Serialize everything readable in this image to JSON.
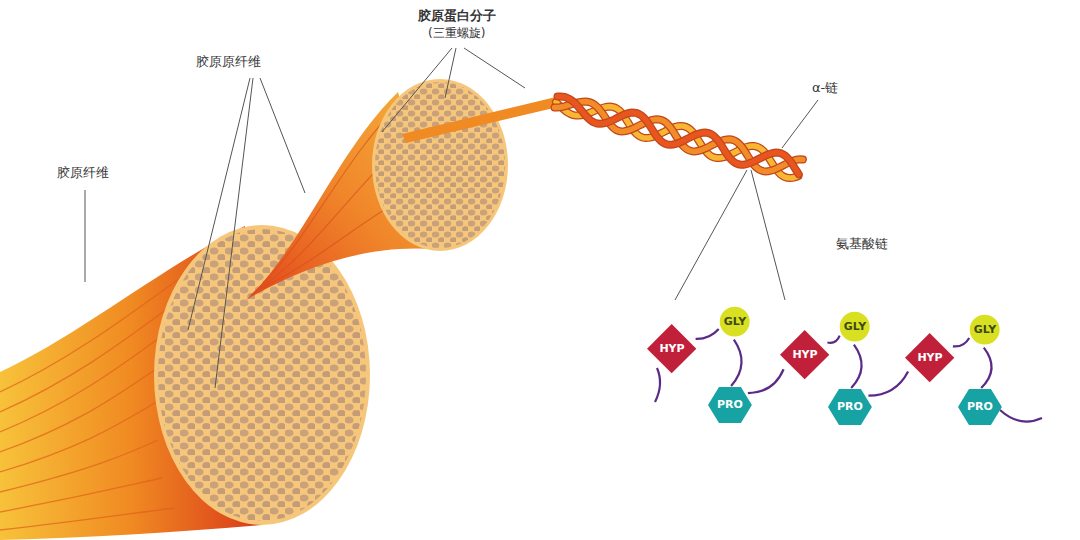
{
  "diagram": {
    "nodes": [
      {
        "text": [
          "HYP"
        ]
      },
      {
        "text": [
          "GLY"
        ]
      },
      {
        "text": [
          "PRO"
        ]
      },
      {
        "text": [
          "HYP"
        ]
      },
      {
        "text": [
          "GLY"
        ]
      },
      {
        "text": [
          "PRO"
        ]
      },
      {
        "text": [
          "HYP"
        ]
      },
      {
        "text": [
          "GLY"
        ]
      },
      {
        "text": [
          "PRO"
        ]
      }
    ],
    "edges": [
      {
        "from": 0,
        "to": 1,
        "arrow": "none"
      },
      {
        "from": 1,
        "to": 2,
        "arrow": "none"
      },
      {
        "from": 2,
        "to": 3,
        "arrow": "none"
      },
      {
        "from": 3,
        "to": 4,
        "arrow": "none"
      },
      {
        "from": 4,
        "to": 5,
        "arrow": "none"
      },
      {
        "from": 5,
        "to": 6,
        "arrow": "none"
      },
      {
        "from": 6,
        "to": 7,
        "arrow": "none"
      },
      {
        "from": 7,
        "to": 8,
        "arrow": "none"
      }
    ],
    "labels": [
      "胶原纤维",
      "胶原原纤维",
      "胶原蛋白分子",
      "(三重螺旋)",
      "α-链",
      "氨基酸链"
    ]
  }
}
